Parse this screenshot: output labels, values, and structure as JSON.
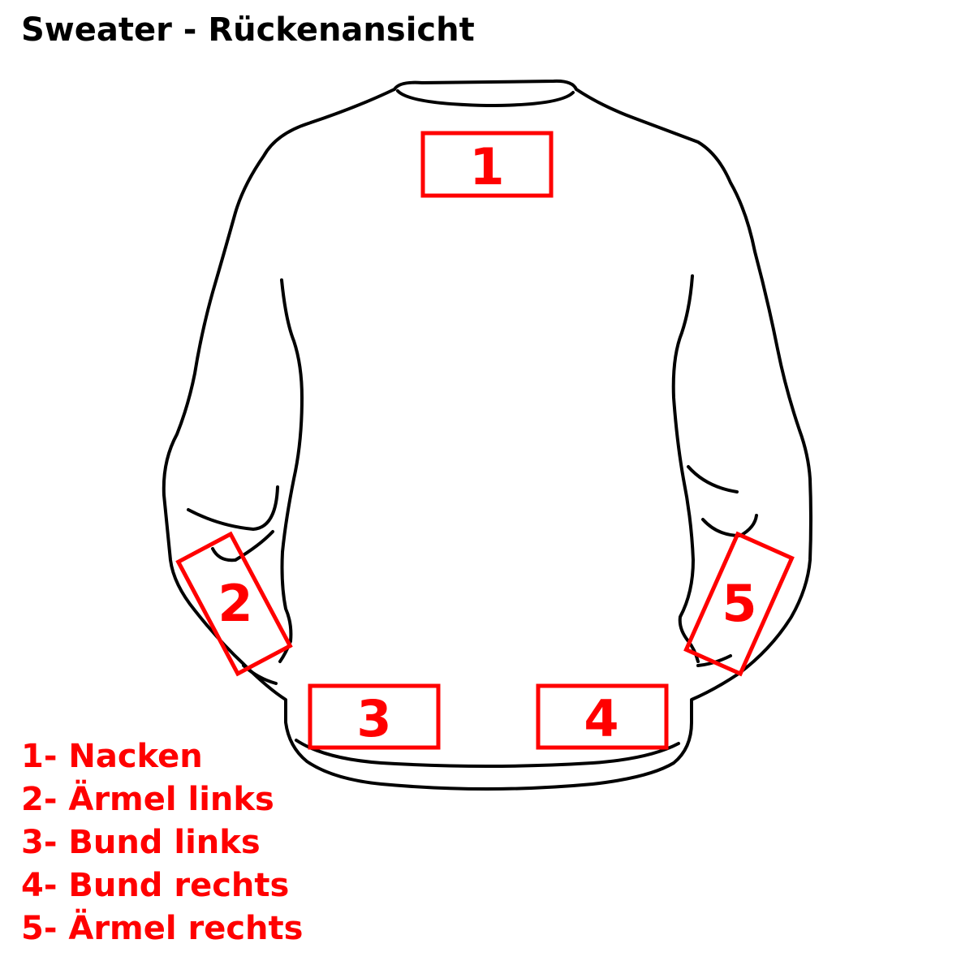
{
  "title": "Sweater - Rückenansicht",
  "colors": {
    "outline": "#000000",
    "accent": "#ff0000",
    "background": "#ffffff"
  },
  "zones": [
    {
      "number": "1",
      "name": "Nacken"
    },
    {
      "number": "2",
      "name": "Ärmel links"
    },
    {
      "number": "3",
      "name": "Bund links"
    },
    {
      "number": "4",
      "name": "Bund rechts"
    },
    {
      "number": "5",
      "name": "Ärmel rechts"
    }
  ],
  "legend": [
    "1- Nacken",
    "2- Ärmel links",
    "3- Bund links",
    "4- Bund rechts",
    "5- Ärmel rechts"
  ]
}
